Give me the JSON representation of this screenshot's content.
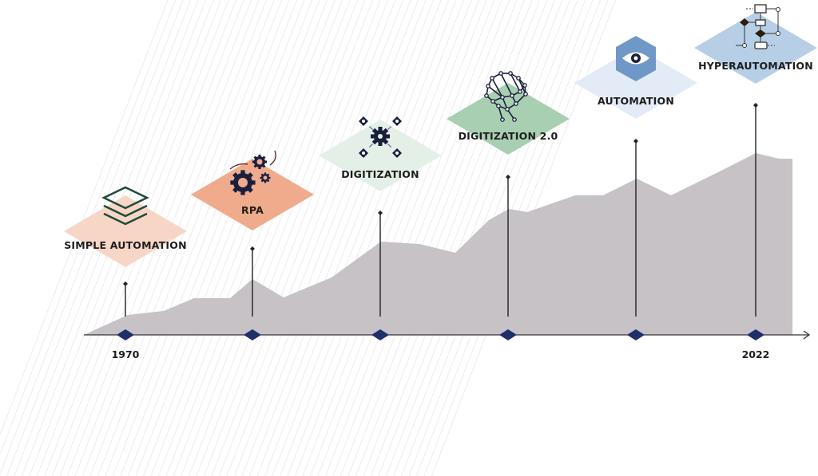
{
  "title": "Evolution of automation timeline",
  "colors": {
    "area": "#c6c2c6",
    "axis": "#333333",
    "marker": "#1f2f68",
    "icon": "#1a1f3d"
  },
  "axis": {
    "start_label": "1970",
    "end_label": "2022"
  },
  "stages": [
    {
      "label": "SIMPLE AUTOMATION",
      "icon": "layers-icon",
      "color": "#f7d6c6"
    },
    {
      "label": "RPA",
      "icon": "gears-icon",
      "color": "#f0ab8c"
    },
    {
      "label": "DIGITIZATION",
      "icon": "gear-network-icon",
      "color": "#e4f0e7"
    },
    {
      "label": "DIGITIZATION 2.0",
      "icon": "brain-network-icon",
      "color": "#a9cfb2"
    },
    {
      "label": "AUTOMATION",
      "icon": "eye-hexagon-icon",
      "color": "#e3ebf6"
    },
    {
      "label": "HYPERAUTOMATION",
      "icon": "flowchart-icon",
      "color": "#b6cfe7"
    }
  ]
}
